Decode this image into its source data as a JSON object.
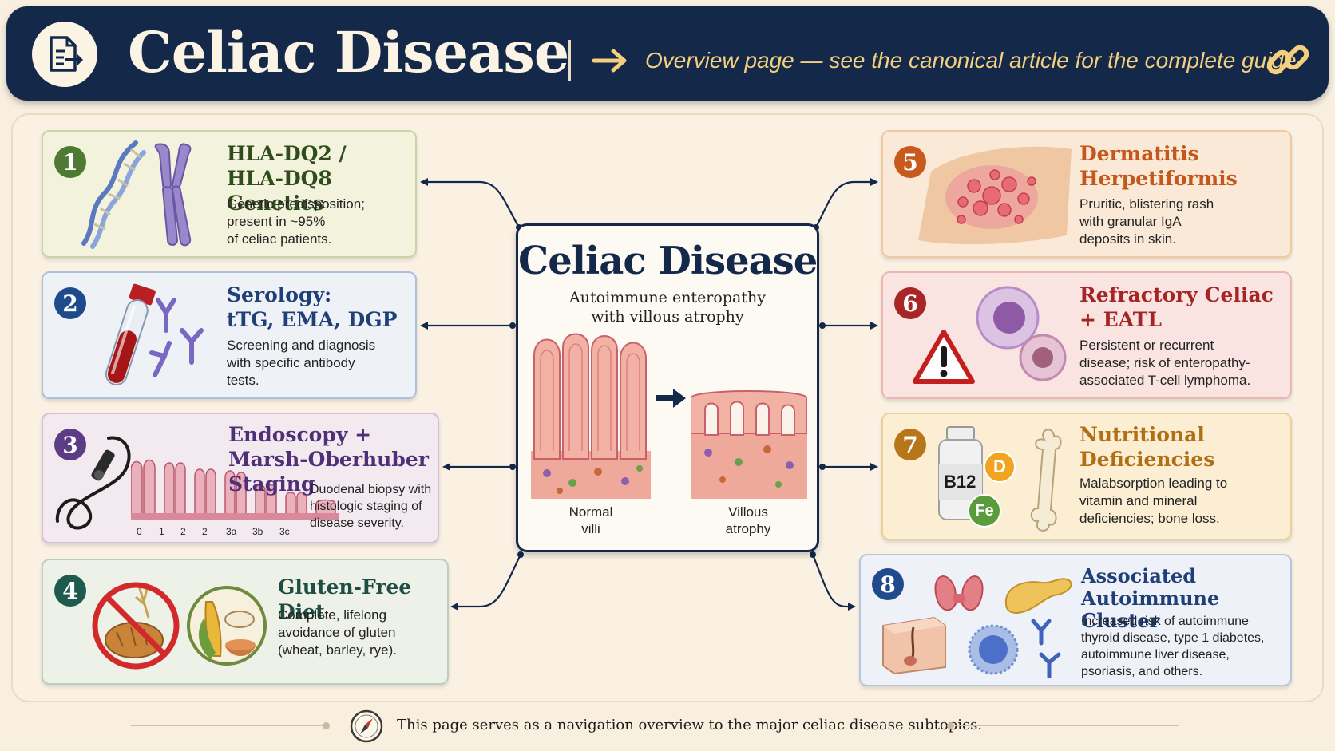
{
  "header": {
    "title": "Celiac Disease",
    "subtitle": "Overview page — see the canonical article for the complete guide",
    "icons": [
      "document-export-icon",
      "arrow-right-icon",
      "chain-link-icon"
    ]
  },
  "center": {
    "title": "Celiac Disease",
    "subtitle": "Autoimmune enteropathy\nwith villous atrophy",
    "normal_label": "Normal\nvilli",
    "atrophy_label": "Villous\natrophy"
  },
  "cards": [
    {
      "number": "1",
      "title": "HLA-DQ2 /\nHLA-DQ8 Genetics",
      "description": "Genetic predisposition;\npresent in ~95%\nof celiac patients.",
      "color": "#4e7a32"
    },
    {
      "number": "2",
      "title": "Serology:\ntTG, EMA, DGP",
      "description": "Screening and diagnosis\nwith specific antibody\ntests.",
      "color": "#1f4a8c"
    },
    {
      "number": "3",
      "title": "Endoscopy +\nMarsh-Oberhuber Staging",
      "description": "Duodenal biopsy with\nhistologic staging of\ndisease severity.",
      "color": "#5d3c86",
      "stages": [
        "0",
        "1",
        "2",
        "2",
        "3a",
        "3b",
        "3c"
      ]
    },
    {
      "number": "4",
      "title": "Gluten-Free Diet",
      "description": "Complete, lifelong\navoidance of gluten\n(wheat, barley, rye).",
      "color": "#1f5a4e"
    },
    {
      "number": "5",
      "title": "Dermatitis\nHerpetiformis",
      "description": "Pruritic, blistering rash\nwith granular IgA\ndeposits in skin.",
      "color": "#c85a1e"
    },
    {
      "number": "6",
      "title": "Refractory Celiac\n+ EATL",
      "description": "Persistent or recurrent\ndisease; risk of enteropathy-\nassociated T-cell lymphoma.",
      "color": "#a82626"
    },
    {
      "number": "7",
      "title": "Nutritional\nDeficiencies",
      "description": "Malabsorption leading to\nvitamin and mineral\ndeficiencies; bone loss.",
      "color": "#b8761a",
      "badges": [
        "B12",
        "D",
        "Fe"
      ]
    },
    {
      "number": "8",
      "title": "Associated\nAutoimmune Cluster",
      "description": "Increased risk of autoimmune\nthyroid disease, type 1 diabetes,\nautoimmune liver disease,\npsoriasis, and others.",
      "color": "#1f4a8c"
    }
  ],
  "footer": {
    "text": "This page serves as a navigation overview to the major celiac disease subtopics."
  }
}
